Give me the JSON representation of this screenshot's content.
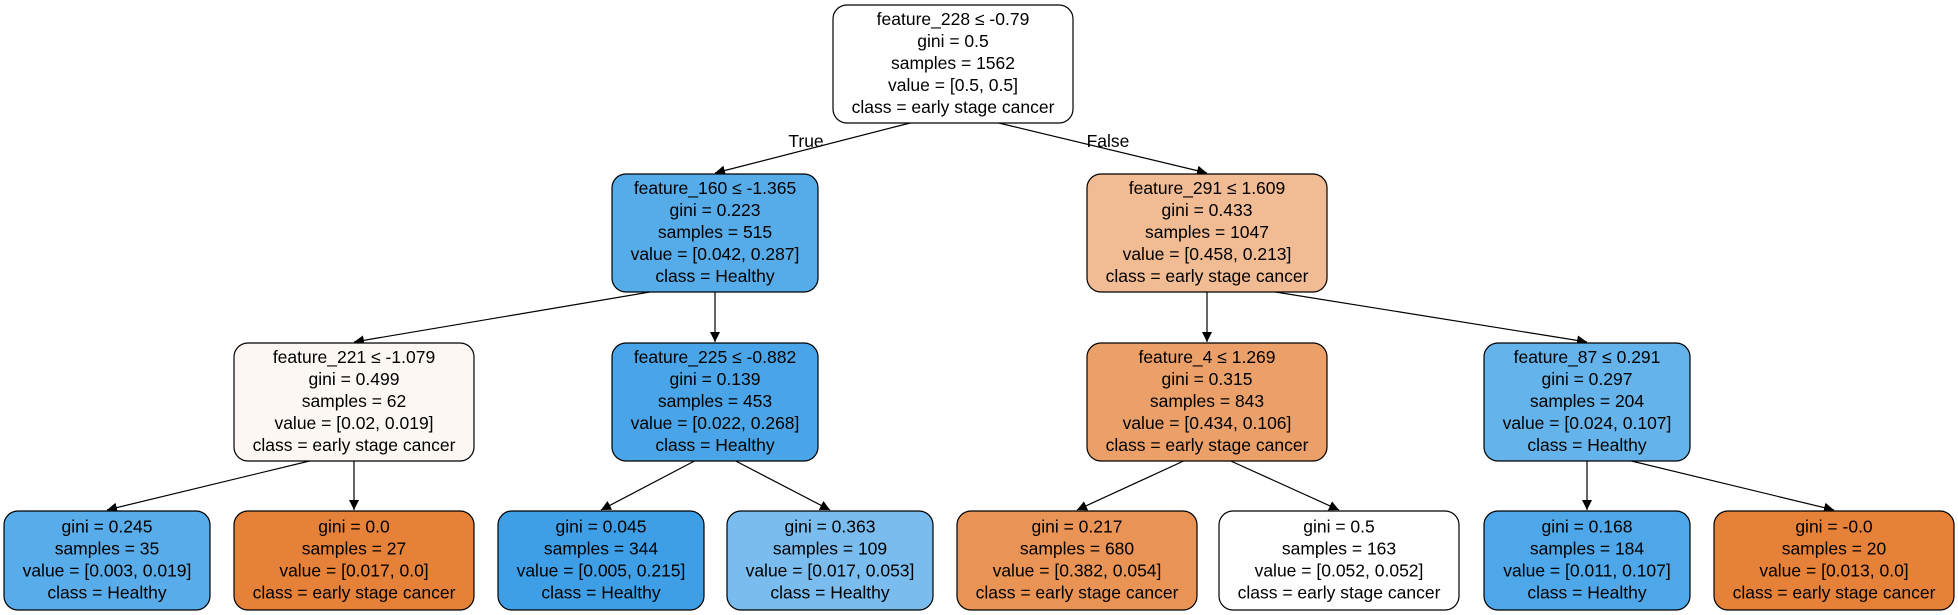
{
  "tree": {
    "edge_labels": {
      "true_label": "True",
      "false_label": "False"
    },
    "nodes": [
      {
        "id": "n0",
        "lines": [
          "feature_228 ≤ -0.79",
          "gini = 0.5",
          "samples = 1562",
          "value = [0.5, 0.5]",
          "class = early stage cancer"
        ],
        "fill": "#ffffff"
      },
      {
        "id": "n1",
        "lines": [
          "feature_160 ≤ -1.365",
          "gini = 0.223",
          "samples = 515",
          "value = [0.042, 0.287]",
          "class = Healthy"
        ],
        "fill": "#56abe9"
      },
      {
        "id": "n2",
        "lines": [
          "feature_291 ≤ 1.609",
          "gini = 0.433",
          "samples = 1047",
          "value = [0.458, 0.213]",
          "class = early stage cancer"
        ],
        "fill": "#f1bb94"
      },
      {
        "id": "n3",
        "lines": [
          "feature_221 ≤ -1.079",
          "gini = 0.499",
          "samples = 62",
          "value = [0.02, 0.019]",
          "class = early stage cancer"
        ],
        "fill": "#fdf7f3"
      },
      {
        "id": "n4",
        "lines": [
          "feature_225 ≤ -0.882",
          "gini = 0.139",
          "samples = 453",
          "value = [0.022, 0.268]",
          "class = Healthy"
        ],
        "fill": "#49a5e7"
      },
      {
        "id": "n5",
        "lines": [
          "feature_4 ≤ 1.269",
          "gini = 0.315",
          "samples = 843",
          "value = [0.434, 0.106]",
          "class = early stage cancer"
        ],
        "fill": "#eba06a"
      },
      {
        "id": "n6",
        "lines": [
          "feature_87 ≤ 0.291",
          "gini = 0.297",
          "samples = 204",
          "value = [0.024, 0.107]",
          "class = Healthy"
        ],
        "fill": "#65b3eb"
      },
      {
        "id": "n7",
        "lines": [
          "gini = 0.245",
          "samples = 35",
          "value = [0.003, 0.019]",
          "class = Healthy"
        ],
        "fill": "#58ace9"
      },
      {
        "id": "n8",
        "lines": [
          "gini = 0.0",
          "samples = 27",
          "value = [0.017, 0.0]",
          "class = early stage cancer"
        ],
        "fill": "#e58139"
      },
      {
        "id": "n9",
        "lines": [
          "gini = 0.045",
          "samples = 344",
          "value = [0.005, 0.215]",
          "class = Healthy"
        ],
        "fill": "#3e9fe6"
      },
      {
        "id": "n10",
        "lines": [
          "gini = 0.363",
          "samples = 109",
          "value = [0.017, 0.053]",
          "class = Healthy"
        ],
        "fill": "#79bced"
      },
      {
        "id": "n11",
        "lines": [
          "gini = 0.217",
          "samples = 680",
          "value = [0.382, 0.054]",
          "class = early stage cancer"
        ],
        "fill": "#e99355"
      },
      {
        "id": "n12",
        "lines": [
          "gini = 0.5",
          "samples = 163",
          "value = [0.052, 0.052]",
          "class = early stage cancer"
        ],
        "fill": "#fffefe"
      },
      {
        "id": "n13",
        "lines": [
          "gini = 0.168",
          "samples = 184",
          "value = [0.011, 0.107]",
          "class = Healthy"
        ],
        "fill": "#4da7e8"
      },
      {
        "id": "n14",
        "lines": [
          "gini = -0.0",
          "samples = 20",
          "value = [0.013, 0.0]",
          "class = early stage cancer"
        ],
        "fill": "#e58139"
      }
    ],
    "edges": [
      {
        "from": "n0",
        "to": "n1",
        "label": "true_label"
      },
      {
        "from": "n0",
        "to": "n2",
        "label": "false_label"
      },
      {
        "from": "n1",
        "to": "n3"
      },
      {
        "from": "n1",
        "to": "n4"
      },
      {
        "from": "n2",
        "to": "n5"
      },
      {
        "from": "n2",
        "to": "n6"
      },
      {
        "from": "n3",
        "to": "n7"
      },
      {
        "from": "n3",
        "to": "n8"
      },
      {
        "from": "n4",
        "to": "n9"
      },
      {
        "from": "n4",
        "to": "n10"
      },
      {
        "from": "n5",
        "to": "n11"
      },
      {
        "from": "n5",
        "to": "n12"
      },
      {
        "from": "n6",
        "to": "n13"
      },
      {
        "from": "n6",
        "to": "n14"
      }
    ]
  }
}
